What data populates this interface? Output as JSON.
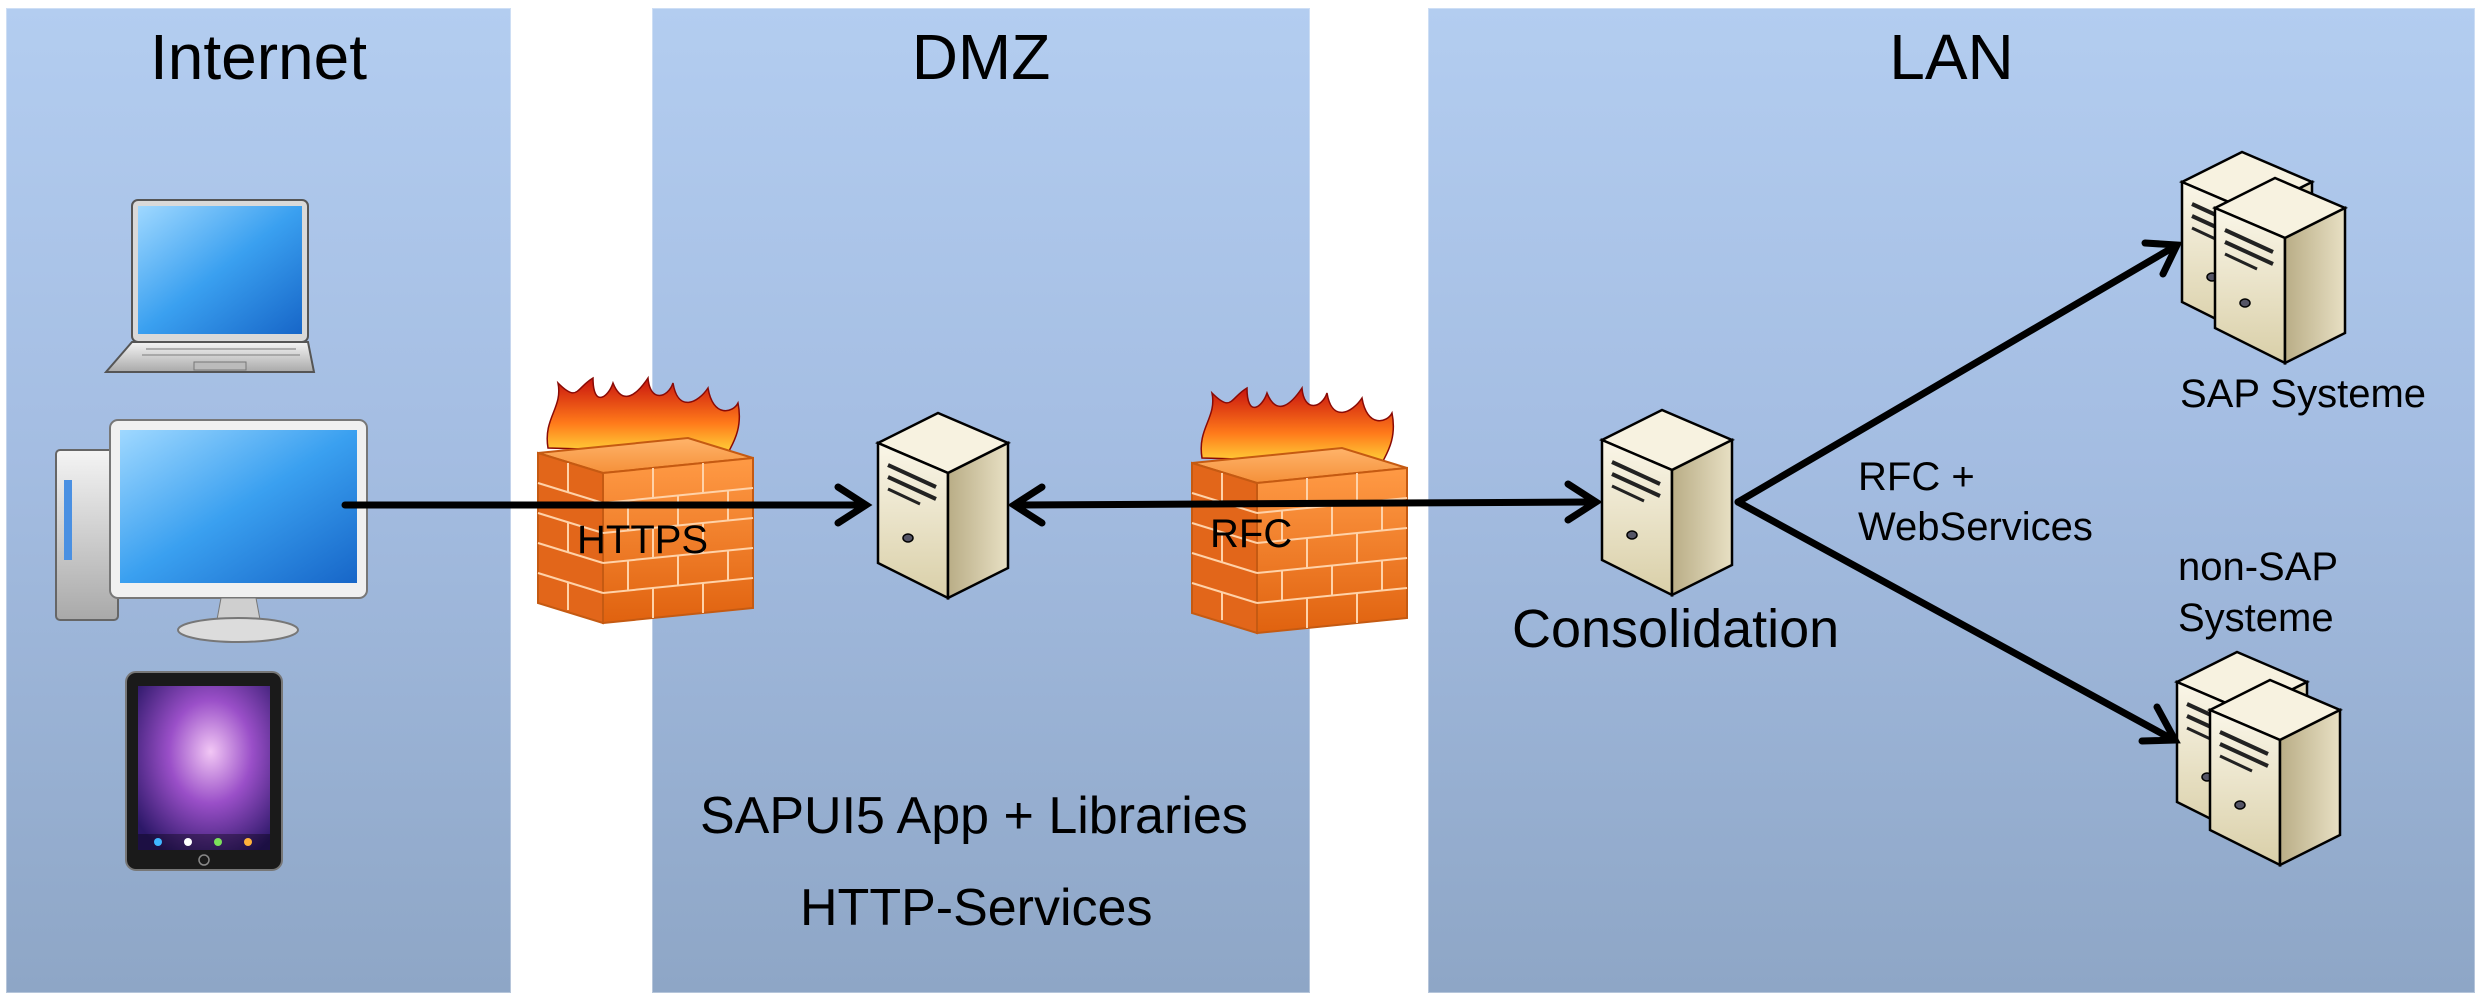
{
  "zones": {
    "internet": {
      "title": "Internet"
    },
    "dmz": {
      "title": "DMZ",
      "app_label": "SAPUI5 App + Libraries",
      "services_label": "HTTP-Services"
    },
    "lan": {
      "title": "LAN",
      "consolidation_label": "Consolidation",
      "connection_label_line1": "RFC +",
      "connection_label_line2": "WebServices",
      "sap_systems_label": "SAP Systeme",
      "non_sap_line1": "non-SAP",
      "non_sap_line2": "Systeme"
    }
  },
  "firewalls": {
    "outer_label": "HTTPS",
    "inner_label": "RFC"
  },
  "icons": [
    "laptop-icon",
    "desktop-pc-icon",
    "tablet-icon",
    "firewall-icon",
    "server-icon"
  ],
  "colors": {
    "zone_top": "#b3cdf0",
    "zone_bottom": "#8ea6c6",
    "brick": "#f07a22",
    "flame": "#e8321a",
    "server_body": "#ede6cf"
  }
}
